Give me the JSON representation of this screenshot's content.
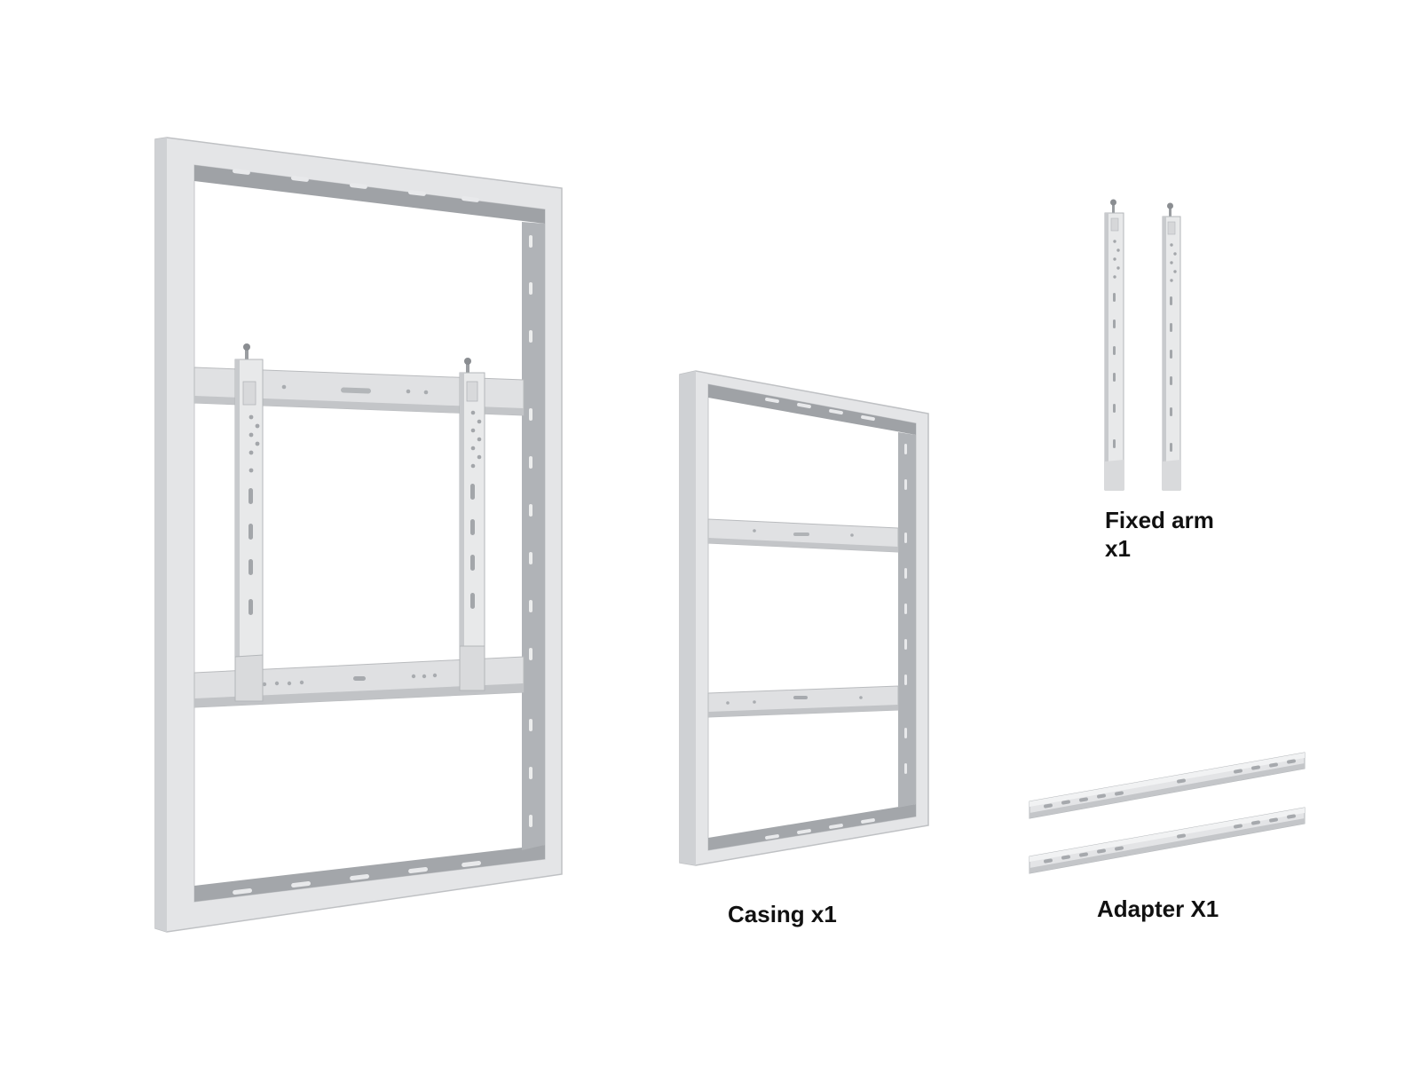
{
  "captions": {
    "casing": "Casing x1",
    "fixed_arm_line1": "Fixed arm",
    "fixed_arm_line2": "x1",
    "adapter": "Adapter X1"
  },
  "colors": {
    "background": "#ffffff",
    "metal_light": "#e2e3e5",
    "metal_mid": "#c9cbce",
    "metal_dark": "#a9acb0",
    "slot": "#8f9296",
    "caption_text": "#111111"
  }
}
